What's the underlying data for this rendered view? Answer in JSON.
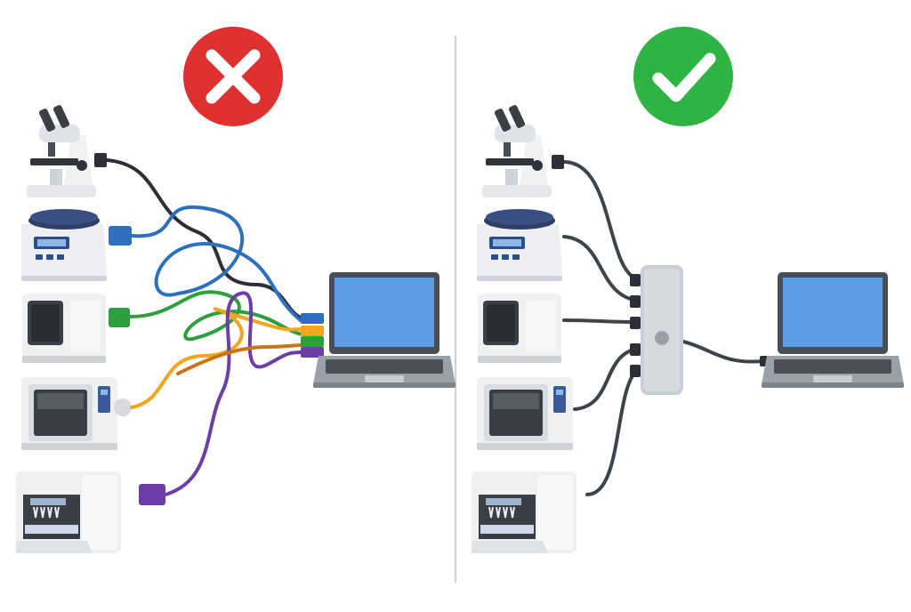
{
  "panels": [
    {
      "id": "left",
      "status": "incorrect",
      "status_icon": "x-mark-icon",
      "badge_color": "#e03131",
      "connection": "tangled-direct-cables"
    },
    {
      "id": "right",
      "status": "correct",
      "status_icon": "check-mark-icon",
      "badge_color": "#2fb344",
      "connection": "hub"
    }
  ],
  "devices": [
    {
      "id": "microscope",
      "icon": "microscope-icon"
    },
    {
      "id": "centrifuge",
      "icon": "centrifuge-icon"
    },
    {
      "id": "analyzer",
      "icon": "analyzer-icon"
    },
    {
      "id": "incubator",
      "icon": "incubator-icon"
    },
    {
      "id": "liquid-handler",
      "icon": "liquid-handler-icon"
    }
  ],
  "computer": {
    "icon": "laptop-icon"
  },
  "hub": {
    "icon": "usb-hub-icon"
  },
  "colors": {
    "screen": "#5b9ee3",
    "divider": "#d0d4da",
    "hub_cable": "#3f444b",
    "tangle_cables": [
      "#2c2f36",
      "#2f6fbf",
      "#2e9e3f",
      "#f2a51f",
      "#6b3fa6"
    ]
  }
}
